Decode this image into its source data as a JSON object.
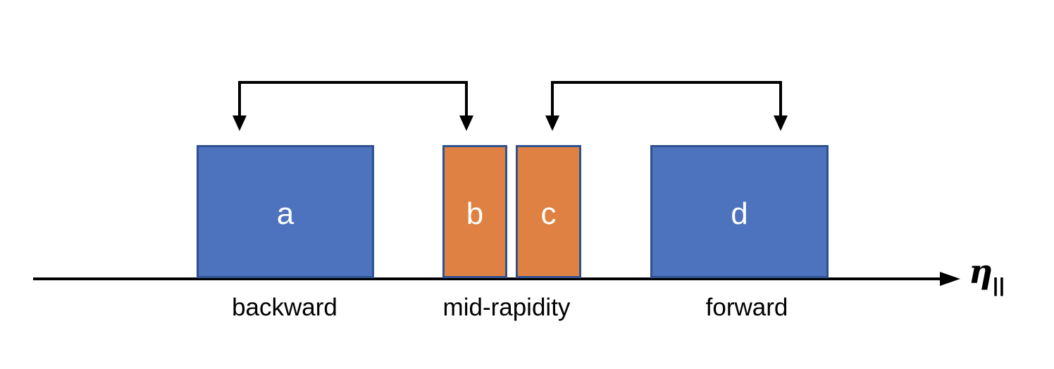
{
  "diagram": {
    "title_hint": "pseudorapidity acceptance diagram",
    "axis": {
      "label_symbol": "η",
      "label_subscript": "||"
    },
    "boxes": [
      {
        "id": "a",
        "label": "a",
        "color": "blue"
      },
      {
        "id": "b",
        "label": "b",
        "color": "orange"
      },
      {
        "id": "c",
        "label": "c",
        "color": "orange"
      },
      {
        "id": "d",
        "label": "d",
        "color": "blue"
      }
    ],
    "regions": [
      {
        "label": "backward"
      },
      {
        "label": "mid-rapidity"
      },
      {
        "label": "forward"
      }
    ],
    "connections": [
      {
        "from": "a",
        "to": "b",
        "style": "double-headed-bracket-arrow"
      },
      {
        "from": "c",
        "to": "d",
        "style": "double-headed-bracket-arrow"
      }
    ],
    "colors": {
      "blue_fill": "#4D72BE",
      "orange_fill": "#DE8142",
      "box_border": "#2F528F",
      "line_color": "#000000",
      "box_letter_color": "#ffffff"
    }
  }
}
